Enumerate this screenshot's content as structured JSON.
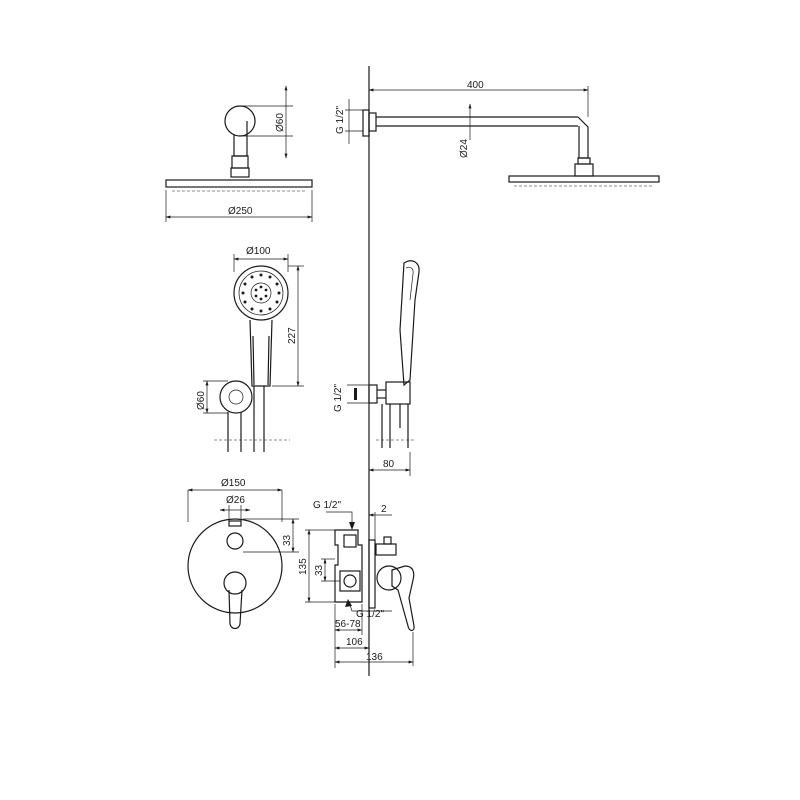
{
  "dimensions": {
    "arm_length": "400",
    "wall_thread": "G 1/2\"",
    "arm_diameter": "Ø24",
    "flange_diameter": "Ø60",
    "head_diameter": "Ø250",
    "hand_diameter": "Ø100",
    "hand_length": "227",
    "hose_outlet_diameter": "Ø60",
    "hose_outlet_thread": "G 1/2\"",
    "hose_outlet_depth": "80",
    "plate_diameter": "Ø150",
    "knob_diameter": "Ø26",
    "knob_offset": "33",
    "plate_height": "135",
    "valve_offset": "33",
    "valve_thread_top": "G 1/2\"",
    "valve_thread_bottom": "G 1/2\"",
    "cover_gap": "2",
    "install_depth": "56-78",
    "body_depth": "106",
    "total_depth": "136"
  }
}
